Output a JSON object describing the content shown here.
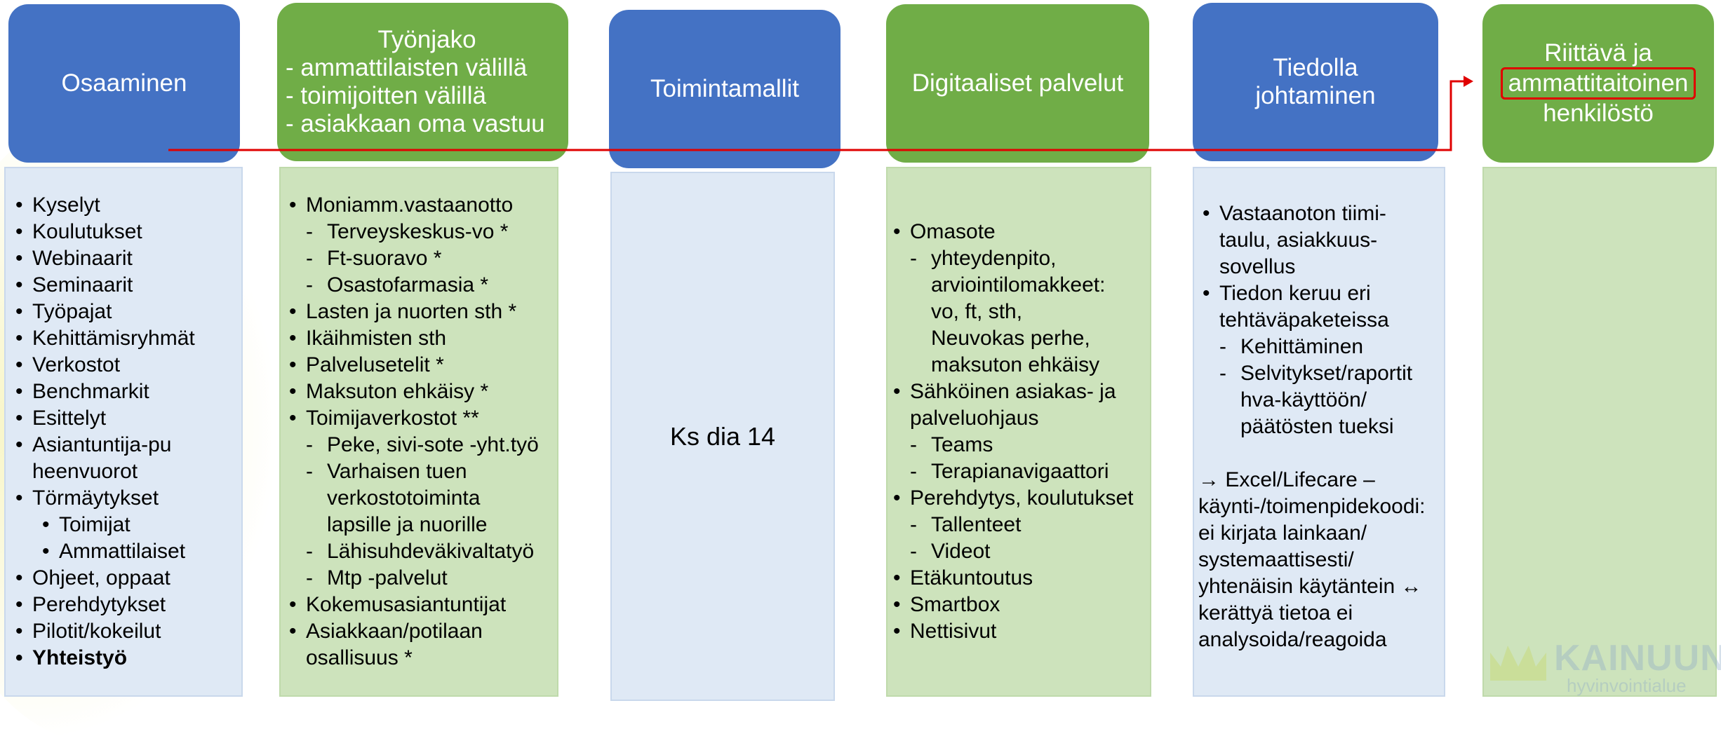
{
  "columns": [
    {
      "header": "Osaaminen",
      "items": [
        "Kyselyt",
        "Koulutukset",
        "Webinaarit",
        "Seminaarit",
        "Työpajat",
        "Kehittämisryhmät",
        "Verkostot",
        "Benchmarkit",
        "Esittelyt",
        "Asiantuntija-puheenvuorot",
        "Törmäytykset"
      ],
      "sub_items": [
        "Toimijat",
        "Ammattilaiset"
      ],
      "items_after": [
        "Ohjeet, oppaat",
        "Perehdytykset",
        "Pilotit/kokeilut"
      ],
      "last_bold": "Yhteistyö"
    },
    {
      "header_title": "Työnjako",
      "header_lines": [
        "- ammattilaisten välillä",
        "- toimijoitten välillä",
        "- asiakkaan oma vastuu"
      ],
      "items": [
        {
          "label": "Moniamm.vastaanotto",
          "sub": [
            "Terveyskeskus-vo *",
            "Ft-suoravo *",
            "Osastofarmasia *"
          ]
        },
        {
          "label": "Lasten ja nuorten sth *",
          "sub": []
        },
        {
          "label": "Ikäihmisten sth",
          "sub": []
        },
        {
          "label": "Palvelusetelit *",
          "sub": []
        },
        {
          "label": "Maksuton ehkäisy *",
          "sub": []
        },
        {
          "label": "Toimijaverkostot **",
          "sub": [
            "Peke, sivi-sote -yht.työ",
            "Varhaisen tuen verkostotoiminta lapsille ja nuorille",
            "Lähisuhdeväkivaltatyö",
            "Mtp -palvelut"
          ]
        },
        {
          "label": "Kokemusasiantuntijat",
          "sub": []
        },
        {
          "label": "Asiakkaan/potilaan osallisuus *",
          "sub": []
        }
      ]
    },
    {
      "header": "Toimintamallit",
      "center_text": "Ks dia 14"
    },
    {
      "header": "Digitaaliset palvelut",
      "items": [
        {
          "label": "Omasote",
          "sub": [
            "yhteydenpito, arviointilomakkeet: vo, ft, sth, Neuvokas perhe, maksuton ehkäisy"
          ]
        },
        {
          "label": "Sähköinen asiakas- ja palveluohjaus",
          "sub": [
            "Teams",
            "Terapianavigaattori"
          ]
        },
        {
          "label": "Perehdytys, koulutukset",
          "sub": [
            "Tallenteet",
            "Videot"
          ]
        },
        {
          "label": "Etäkuntoutus",
          "sub": []
        },
        {
          "label": "Smartbox",
          "sub": []
        },
        {
          "label": "Nettisivut",
          "sub": []
        }
      ]
    },
    {
      "header_lines": [
        "Tiedolla",
        "johtaminen"
      ],
      "items": [
        {
          "label": "Vastaanoton tiimi-taulu, asiakkuus-sovellus",
          "sub": []
        },
        {
          "label": "Tiedon keruu eri tehtäväpaketeissa",
          "sub": [
            "Kehittäminen",
            "Selvitykset/raportit hva-käyttöön/ päätösten tueksi"
          ]
        }
      ],
      "note": "→ Excel/Lifecare – käynti-/toimenpidekoodi: ei kirjata lainkaan/ systemaattisesti/ yhtenäisin käytäntein ↔ kerättyä tietoa ei analysoida/reagoida"
    },
    {
      "header_lines": [
        "Riittävä ja",
        "ammattitaitoinen",
        "henkilöstö"
      ]
    }
  ],
  "logo": {
    "name": "KAINUUN",
    "sub": "hyvinvointialue"
  },
  "colors": {
    "blue": "#4472c4",
    "green": "#70ad47",
    "panel_blue": "#dfe9f5",
    "panel_green": "#cde3bc",
    "arrow": "#e00000"
  }
}
